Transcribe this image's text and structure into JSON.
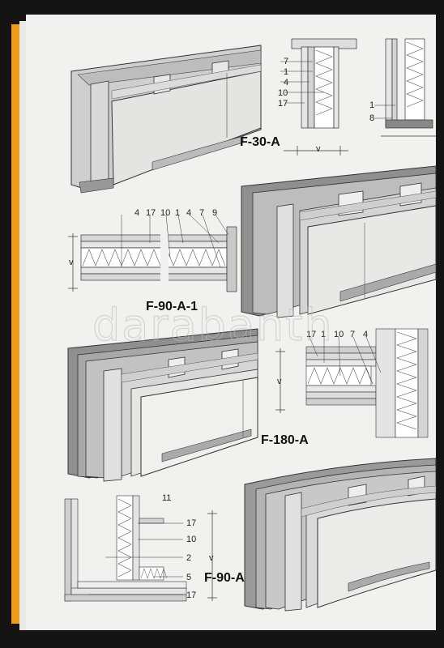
{
  "watermark": "darabanth",
  "figures": [
    {
      "id": "f30a",
      "title": "F-30-A",
      "labels": [
        "7",
        "1",
        "4",
        "10",
        "17",
        "1",
        "8",
        "v"
      ]
    },
    {
      "id": "f90a1",
      "title": "F-90-A-1",
      "labels": [
        "4",
        "17",
        "10",
        "1",
        "4",
        "7",
        "9",
        "v"
      ]
    },
    {
      "id": "f180a",
      "title": "F-180-A",
      "labels": [
        "17",
        "1",
        "10",
        "7",
        "4",
        "v"
      ]
    },
    {
      "id": "f90a2",
      "title": "F-90-A-2",
      "labels": [
        "11",
        "17",
        "10",
        "2",
        "5",
        "17",
        "v"
      ]
    }
  ]
}
